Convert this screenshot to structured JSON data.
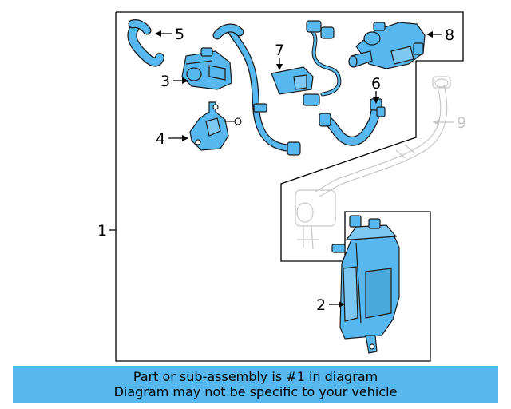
{
  "callouts": {
    "c1": "1",
    "c2": "2",
    "c3": "3",
    "c4": "4",
    "c5": "5",
    "c6": "6",
    "c7": "7",
    "c8": "8",
    "c9": "9"
  },
  "banner": {
    "line1": "Part or sub-assembly is #1 in diagram",
    "line2": "Diagram may not be specific to your vehicle"
  },
  "colors": {
    "highlight_fill": "#56b8ee",
    "outline": "#1a1a1a",
    "faded_part": "#c6c6c6",
    "banner_background": "#56b8ee"
  }
}
